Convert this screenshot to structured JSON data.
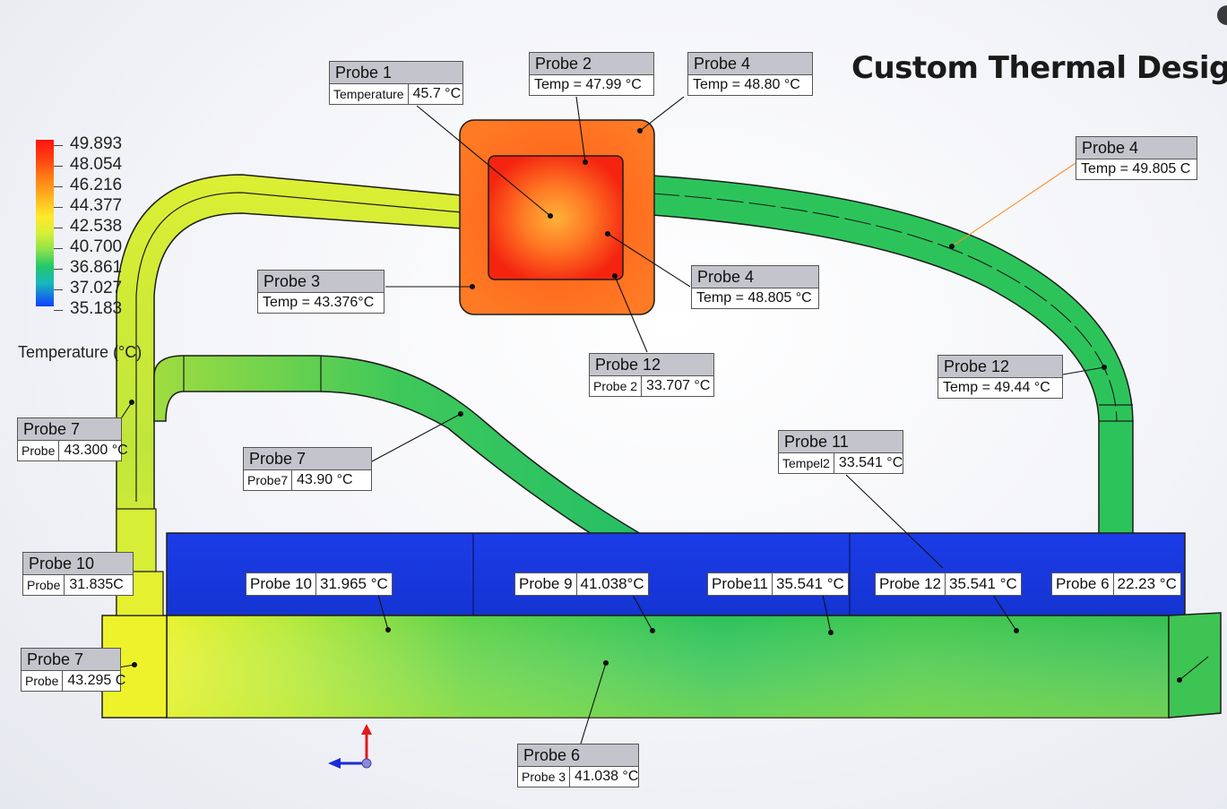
{
  "title": "Custom Thermal Design",
  "legend": {
    "values": [
      "49.893",
      "48.054",
      "46.216",
      "44.377",
      "42.538",
      "40.700",
      "36.861",
      "37.027",
      "35.183"
    ],
    "title": "Temperature (°C)",
    "colors": [
      "#ff1414",
      "#ff7a14",
      "#ffe92a",
      "#8ee24a",
      "#22c86a",
      "#1040ff"
    ]
  },
  "probes": {
    "p1": {
      "header": "Probe 1",
      "label": "Temperature",
      "value": "45.7 °C"
    },
    "p2": {
      "header": "Probe 2",
      "text": "Temp = 47.99 °C"
    },
    "p4a": {
      "header": "Probe 4",
      "text": "Temp = 48.80 °C"
    },
    "p4b": {
      "header": "Probe 4",
      "text": "Temp = 49.805 C"
    },
    "p3": {
      "header": "Probe 3",
      "text": "Temp  = 43.376°C"
    },
    "p4c": {
      "header": "Probe 4",
      "text": "Temp = 48.805 °C"
    },
    "p12a": {
      "header": "Probe 12",
      "label": "Probe 2",
      "value": "33.707 °C"
    },
    "p12b": {
      "header": "Probe 12",
      "text": "Temp = 49.44 °C"
    },
    "p7a": {
      "header": "Probe 7",
      "label": "Probe",
      "value": "43.300 °C"
    },
    "p7b": {
      "header": "Probe 7",
      "label": "Probe7",
      "value": "43.90 °C"
    },
    "p11": {
      "header": "Probe 11",
      "label": "Tempel2",
      "value": "33.541 °C"
    },
    "p10": {
      "header": "Probe 10",
      "label": "Probe",
      "value": "31.835C"
    },
    "p7c": {
      "header": "Probe 7",
      "label": "Probe",
      "value": "43.295 C"
    },
    "p6": {
      "header": "Probe 6",
      "label": "Probe 3",
      "value": "41.038 °C"
    }
  },
  "inline_probes": {
    "i10": {
      "label": "Probe 10",
      "value": "31.965 °C"
    },
    "i9": {
      "label": "Probe  9",
      "value": "41.038°C"
    },
    "i11": {
      "label": "Probe11",
      "value": "35.541 °C"
    },
    "i12": {
      "label": "Probe 12",
      "value": "35.541 °C"
    },
    "i6": {
      "label": "Probe 6",
      "value": "22.23 °C"
    }
  }
}
